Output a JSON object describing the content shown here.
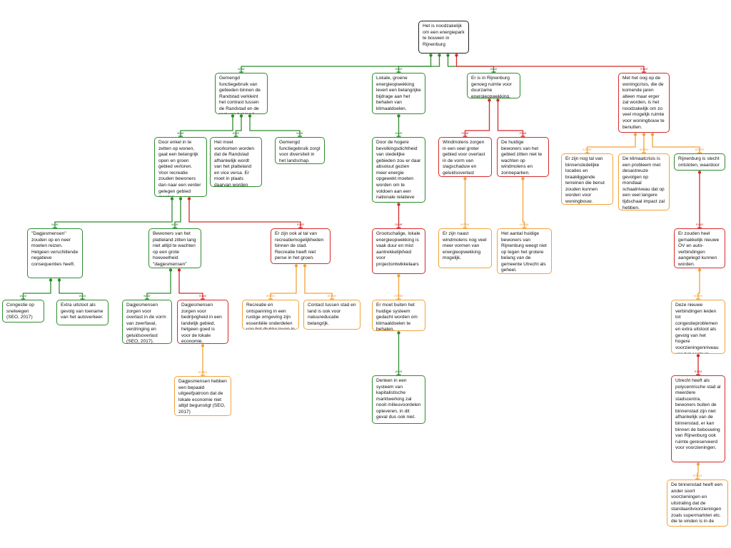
{
  "labels": {
    "pro": "waar",
    "con": "maar",
    "rebut": "echter"
  },
  "colors": {
    "root": "#222222",
    "pro": "#2e8b2e",
    "con": "#d42a2a",
    "rebut": "#f2a23a"
  },
  "nodes": [
    {
      "id": "root",
      "kind": "root",
      "text": "Het is noodzakelijk om een energiepark te bouwen in Rijnenburg"
    },
    {
      "id": "n1",
      "kind": "green",
      "text": "Gemengd functiegebruik van gebieden binnen de Randstad verkleint het contrast tussen de Randstad en de rest van het land."
    },
    {
      "id": "n2",
      "kind": "green",
      "text": "Lokale, groene energieopwekking levert een belangrijke bijdrage aan het behalen van klimaatdoelen."
    },
    {
      "id": "n3",
      "kind": "green",
      "text": "Er is in Rijnenburg genoeg ruimte voor duurzame energieopwekking."
    },
    {
      "id": "n4",
      "kind": "red",
      "text": "Met het oog op de woningcrisis, die de komende jaren alleen maar erger zal worden, is het noodzakelijk om zo veel mogelijk ruimte voor woningbouw te benutten."
    },
    {
      "id": "n5",
      "kind": "green",
      "text": "Door enkel in te zetten op wonen, gaat een belangrijk open en groen gebied verloren. Voor recreatie zouden bewoners dan naar een verder gelegen gebied moeten."
    },
    {
      "id": "n6",
      "kind": "green",
      "text": "Het moet voorkomen worden dat de Randstad afhankelijk wordt van het platteland en vice versa. Er moet in plaats daarvan worden ingezet op regionale veerkracht."
    },
    {
      "id": "n7",
      "kind": "green",
      "text": "Gemengd functiegebruik zorgt voor diversiteit in het landschap."
    },
    {
      "id": "n8",
      "kind": "green",
      "text": "Door de hogere bevolkingsdichtheid van stedelijke gebieden zou er daar absoluut gezien meer energie opgewekt moeten worden om te voldoen aan een nationale relatieve waarde."
    },
    {
      "id": "n9",
      "kind": "red",
      "text": "Windmolens zorgen in een veel groter gebied voor overlast in de vorm van slagschaduw en geluidsoverlast"
    },
    {
      "id": "n10",
      "kind": "red",
      "text": "De huidige bewoners van het gebied zitten niet te wachten op windmolens en zonneparken."
    },
    {
      "id": "n11",
      "kind": "orange",
      "text": "Er zijn nog tal van binnenstedelijke locaties en braakliggende terreinen die benut zouden kunnen worden voor woningbouw."
    },
    {
      "id": "n12",
      "kind": "orange",
      "text": "De klimaatcrisis is een probleem met desastreuze gevolgen op mondiaal schaalniveau dat op een veel langere tijdschaal impact zal hebben."
    },
    {
      "id": "n13",
      "kind": "green",
      "text": "Rijnenburg is slecht ontsloten, waardoor"
    },
    {
      "id": "n14",
      "kind": "green",
      "text": "\"Dagjesmensen\" zouden op en neer moeten reizen. Hetgeen verschillende negatieve consequenties heeft."
    },
    {
      "id": "n15",
      "kind": "green",
      "text": "Bewoners van het platteland zitten lang niet altijd te wachten op een grote hoeveelheid \"dagjesmensen\""
    },
    {
      "id": "n16",
      "kind": "red",
      "text": "Er zijn ook al tal van recreatiemogelijkheden binnen de stad. Recreatie heeft niet perse in het groen."
    },
    {
      "id": "n17",
      "kind": "red",
      "text": "Grootschalige, lokale energieopwekking is vaak duur en mist aantrekkelijkheid voor projectontwikkelaars"
    },
    {
      "id": "n18",
      "kind": "orange",
      "text": "Er zijn naast windmolens nog veel meer vormen van energieopwekking mogelijk."
    },
    {
      "id": "n19",
      "kind": "orange",
      "text": "Het aantal huidige bewoners van Rijnenburg weegt niet op tegen het grotere belang van de gemeente Utrecht als geheel."
    },
    {
      "id": "n20",
      "kind": "red",
      "text": "Er zouden heel gemakkelijk nieuwe OV en auto-verbindingen aangelegd kunnen worden."
    },
    {
      "id": "n21",
      "kind": "green",
      "text": "Congestie op snelwegen (SEO, 2017)"
    },
    {
      "id": "n22",
      "kind": "green",
      "text": "Extra uitstoot als gevolg van toename van het autoverkeer."
    },
    {
      "id": "n23",
      "kind": "green",
      "text": "Dagjesmensen zorgen voor overlast in de vorm van zwerfaval, verdringing en geluidsoverlast (SEO, 2017)."
    },
    {
      "id": "n24",
      "kind": "red",
      "text": "Dagjesmensen zorgen voor bedrijvigheid in een landelijk gebied, hetgeen goed is voor de lokale economie."
    },
    {
      "id": "n25",
      "kind": "orange",
      "text": "Recreatie en ontspanning in een rustige omgeving zijn essentiële onderdelen van het drukke leven in de stad."
    },
    {
      "id": "n26",
      "kind": "orange",
      "text": "Contact tussen stad en land is ook voor natuureducatie belangrijk."
    },
    {
      "id": "n27",
      "kind": "orange",
      "text": "Er moet buiten het huidige systeem gedacht worden om klimaatdoelen te behalen."
    },
    {
      "id": "n28",
      "kind": "orange",
      "text": "Deze nieuwe verbindingen leiden tot congestieproblemen en extra uitstoot als gevolg van het hogere voorzieningenniveau van het centrum."
    },
    {
      "id": "n29",
      "kind": "orange",
      "text": "Dagjesmensen hebben een bepaald uitgeefpatroon dat de lokale economie niet altijd begunstigt (SEO, 2017)"
    },
    {
      "id": "n30",
      "kind": "green",
      "text": "Denken in een systeem van kapitalistische marktwerking zal nooit milieuvoordelen opleveren, in dit geval dus ook niet."
    },
    {
      "id": "n31",
      "kind": "red",
      "text": "Utrecht heeft als polycentrische stad al meerdere stadscentra, bewoners buiten de binnenstad zijn niet afhankelijk van de binnenstad, er kan binnen de bebouwing van Rijnenburg ook ruimte gereserveerd voor voorzieningen."
    },
    {
      "id": "n32",
      "kind": "orange",
      "text": "De binnenstad heeft een ander soort voorzieningen en uitstraling dat de standaardvoorzieningen zoals supermarkten etc. die te vinden is in de overige centra."
    }
  ],
  "edges": [
    {
      "from": "n1",
      "to": "root",
      "type": "pro"
    },
    {
      "from": "n2",
      "to": "root",
      "type": "pro"
    },
    {
      "from": "n3",
      "to": "root",
      "type": "pro"
    },
    {
      "from": "n4",
      "to": "root",
      "type": "con"
    },
    {
      "from": "n5",
      "to": "n1",
      "type": "pro"
    },
    {
      "from": "n6",
      "to": "n1",
      "type": "pro"
    },
    {
      "from": "n7",
      "to": "n1",
      "type": "pro"
    },
    {
      "from": "n8",
      "to": "n2",
      "type": "pro"
    },
    {
      "from": "n9",
      "to": "n3",
      "type": "con"
    },
    {
      "from": "n10",
      "to": "n3",
      "type": "con"
    },
    {
      "from": "n11",
      "to": "n4",
      "type": "rebut"
    },
    {
      "from": "n12",
      "to": "n4",
      "type": "rebut"
    },
    {
      "from": "n13",
      "to": "n4",
      "type": "rebut"
    },
    {
      "from": "n14",
      "to": "n5",
      "type": "pro"
    },
    {
      "from": "n15",
      "to": "n5",
      "type": "pro"
    },
    {
      "from": "n16",
      "to": "n5",
      "type": "con"
    },
    {
      "from": "n17",
      "to": "n8",
      "type": "con"
    },
    {
      "from": "n18",
      "to": "n9",
      "type": "rebut"
    },
    {
      "from": "n19",
      "to": "n10",
      "type": "rebut"
    },
    {
      "from": "n20",
      "to": "n13",
      "type": "con"
    },
    {
      "from": "n21",
      "to": "n14",
      "type": "pro"
    },
    {
      "from": "n22",
      "to": "n14",
      "type": "pro"
    },
    {
      "from": "n23",
      "to": "n15",
      "type": "pro"
    },
    {
      "from": "n24",
      "to": "n15",
      "type": "con"
    },
    {
      "from": "n25",
      "to": "n16",
      "type": "rebut"
    },
    {
      "from": "n26",
      "to": "n16",
      "type": "rebut"
    },
    {
      "from": "n27",
      "to": "n17",
      "type": "rebut"
    },
    {
      "from": "n28",
      "to": "n20",
      "type": "rebut"
    },
    {
      "from": "n29",
      "to": "n24",
      "type": "rebut"
    },
    {
      "from": "n30",
      "to": "n27",
      "type": "pro"
    },
    {
      "from": "n31",
      "to": "n28",
      "type": "con"
    },
    {
      "from": "n32",
      "to": "n31",
      "type": "rebut"
    }
  ]
}
